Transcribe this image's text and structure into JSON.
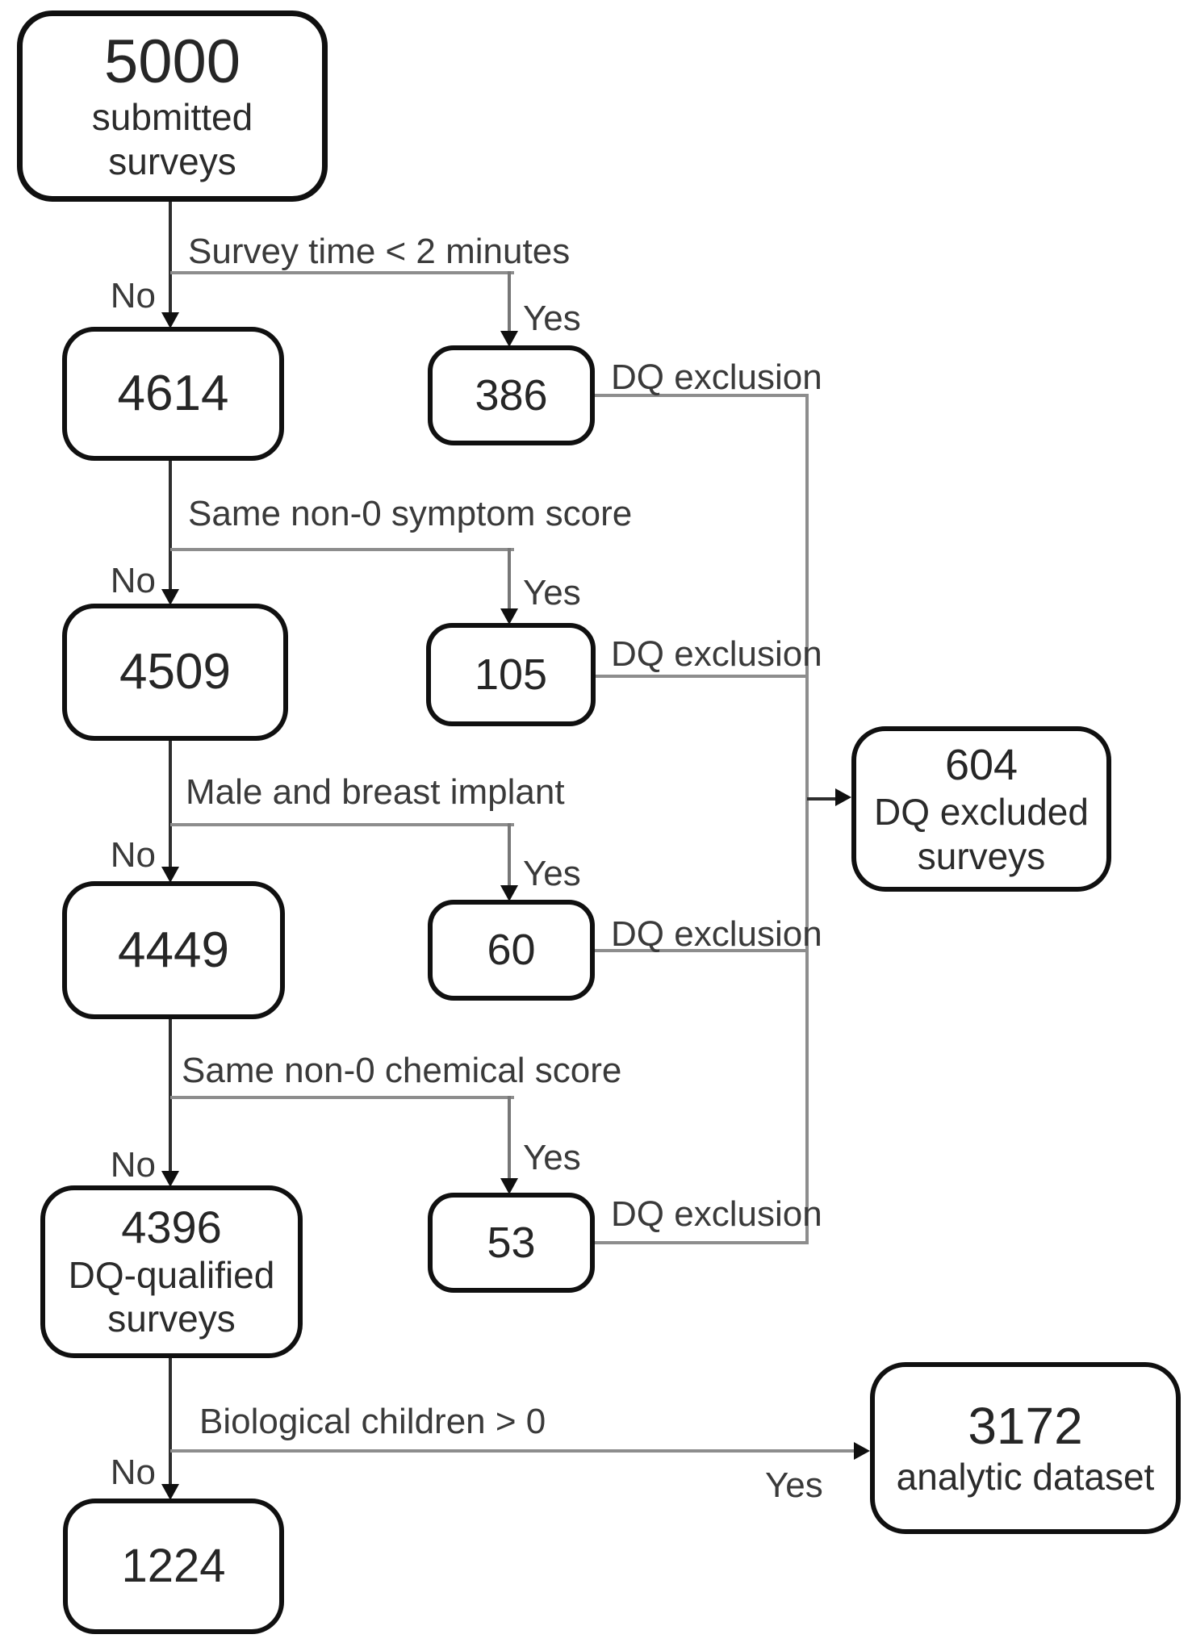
{
  "diagram": {
    "title": "Survey data-quality exclusion flowchart",
    "nodes": {
      "submitted": {
        "value": "5000",
        "label1": "submitted",
        "label2": "surveys"
      },
      "pass_time": {
        "value": "4614"
      },
      "fail_time": {
        "value": "386"
      },
      "pass_symptom": {
        "value": "4509"
      },
      "fail_symptom": {
        "value": "105"
      },
      "pass_implant": {
        "value": "4449"
      },
      "fail_implant": {
        "value": "60"
      },
      "dq_qualified": {
        "value": "4396",
        "label1": "DQ-qualified",
        "label2": "surveys"
      },
      "fail_chemical": {
        "value": "53"
      },
      "dq_excluded": {
        "value": "604",
        "label1": "DQ excluded",
        "label2": "surveys"
      },
      "analytic": {
        "value": "3172",
        "label1": "analytic dataset"
      },
      "no_children": {
        "value": "1224"
      }
    },
    "conditions": {
      "time": "Survey time < 2 minutes",
      "symptom": "Same non-0 symptom score",
      "implant": "Male and breast implant",
      "chemical": "Same non-0 chemical score",
      "children": "Biological children > 0"
    },
    "branch_labels": {
      "no": "No",
      "yes": "Yes"
    },
    "edge_labels": {
      "dq_exclusion": "DQ exclusion"
    },
    "colors": {
      "background": "#ffffff",
      "box_border": "#101010",
      "text": "#2b2b2b",
      "line_gray": "#8d8d8d",
      "line_dark": "#2e2e2e"
    }
  }
}
